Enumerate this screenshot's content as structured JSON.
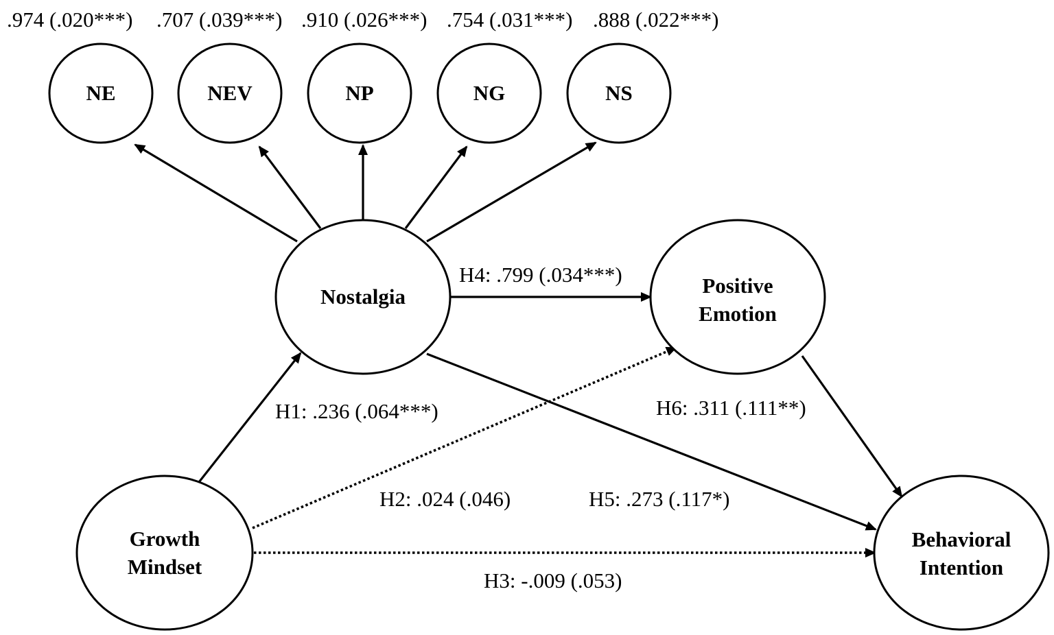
{
  "colors": {
    "line": "#000000",
    "node_fill": "#ffffff",
    "text": "#000000"
  },
  "loadings": [
    ".974 (.020***)",
    ".707 (.039***)",
    ".910 (.026***)",
    ".754 (.031***)",
    ".888 (.022***)"
  ],
  "nodes": {
    "ne": "NE",
    "nev": "NEV",
    "np": "NP",
    "ng": "NG",
    "ns": "NS",
    "nostalgia": "Nostalgia",
    "positive_emotion": [
      "Positive",
      "Emotion"
    ],
    "growth_mindset": [
      "Growth",
      "Mindset"
    ],
    "behavioral_intention": [
      "Behavioral",
      "Intention"
    ]
  },
  "paths": {
    "h1": {
      "label": "H1: .236 (.064***)",
      "significant": true
    },
    "h2": {
      "label": "H2: .024 (.046)",
      "significant": false
    },
    "h3": {
      "label": "H3: -.009 (.053)",
      "significant": false
    },
    "h4": {
      "label": "H4: .799 (.034***)",
      "significant": true
    },
    "h5": {
      "label": "H5: .273 (.117*)",
      "significant": true
    },
    "h6": {
      "label": "H6: .311 (.111**)",
      "significant": true
    }
  }
}
